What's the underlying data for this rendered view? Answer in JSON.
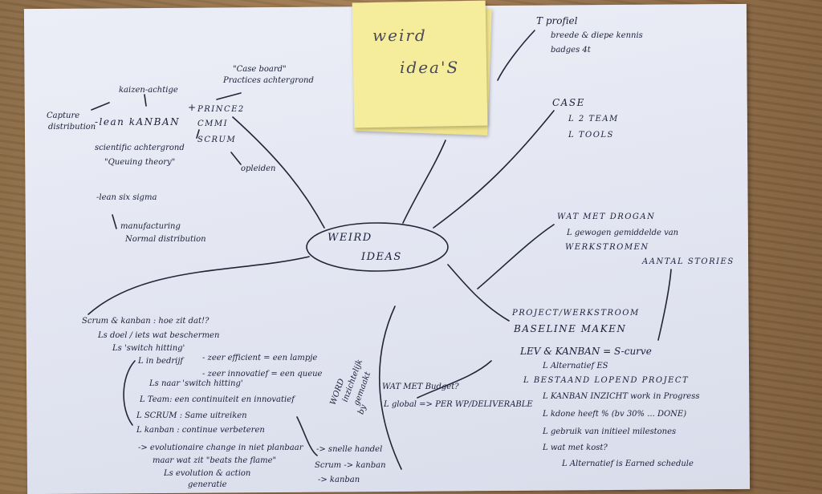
{
  "sticky": {
    "line1": "weird",
    "line2": "idea'S"
  },
  "center": {
    "line1": "WEIRD",
    "line2": "IDEAS"
  },
  "top_left": {
    "cartoon": "\"Case board\"",
    "practices": "Practices achtergrond",
    "kaizen": "kaizen-achtige",
    "capture": "Capture",
    "distribution": "distribution",
    "lean": "-lean  kANBAN",
    "plus": "+",
    "prince": "PRINCE2",
    "cmmi": "CMMI",
    "scrum": "SCRUM",
    "opleiden": "opleiden",
    "scientific": "scientific achtergrond",
    "queuing": "\"Queuing theory\"",
    "six_sigma": "-lean six sigma",
    "manufacturing": "manufacturing",
    "normal": "Normal distribution"
  },
  "top_right": {
    "tprofiel": "T profiel",
    "breed": "breede & diepe kennis",
    "badges": "badges 4t"
  },
  "case": {
    "title": "CASE",
    "item1": "L 2 TEAM",
    "item2": "L TOOLS"
  },
  "wat_met": {
    "title": "WAT MET DROGAN",
    "sub1": "L gewogen gemiddelde van",
    "sub2": "WERKSTROMEN",
    "aantal": "AANTAL STORIES"
  },
  "project": {
    "line1": "PROJECT/WERKSTROOM",
    "line2": "BASELINE MAKEN",
    "lev": "LEV & KANBAN = S-curve",
    "alt_es": "L Alternatief ES",
    "bestaand": "L BESTAAND LOPEND PROJECT",
    "inzicht": "L KANBAN INZICHT work in Progress",
    "kdone": "L kdone heeft % (bv 30% ... DONE)",
    "gebruik": "L gebruik van initieel milestones",
    "kost": "L wat met kost?",
    "earned": "L Alternatief is Earned schedule"
  },
  "budget": {
    "q": "WAT MET Budget?",
    "global": "L global => PER WP/DELIVERABLE",
    "word": "WORD",
    "inzichtelijk": "inzichtelijk",
    "gemaakt": "gemaakt",
    "by": "by"
  },
  "bottom_left": {
    "title": "Scrum & kanban : hoe zit dat!?",
    "doel": "Ls doel / iets wat beschermen",
    "switch": "Ls 'switch hitting'",
    "bedrijf": "L in bedrijf",
    "zeer_eff": "- zeer efficient = een lampje",
    "zeer_inn": "- zeer innovatief = een queue",
    "naar": "Ls naar 'switch hitting'",
    "team": "L Team: een continuiteit en innovatief",
    "scrum": "L SCRUM : Same uitreiken",
    "kanban": "L kanban : continue verbeteren",
    "evolution": "-> evolutionaire change in niet planbaar",
    "maar": "maar wat zit \"beats the flame\"",
    "evolution2": "Ls evolution & action",
    "generatie": "generatie",
    "snelle": "-> snelle handel",
    "scrum_kanban": "Scrum -> kanban",
    "kanban2": "-> kanban"
  }
}
